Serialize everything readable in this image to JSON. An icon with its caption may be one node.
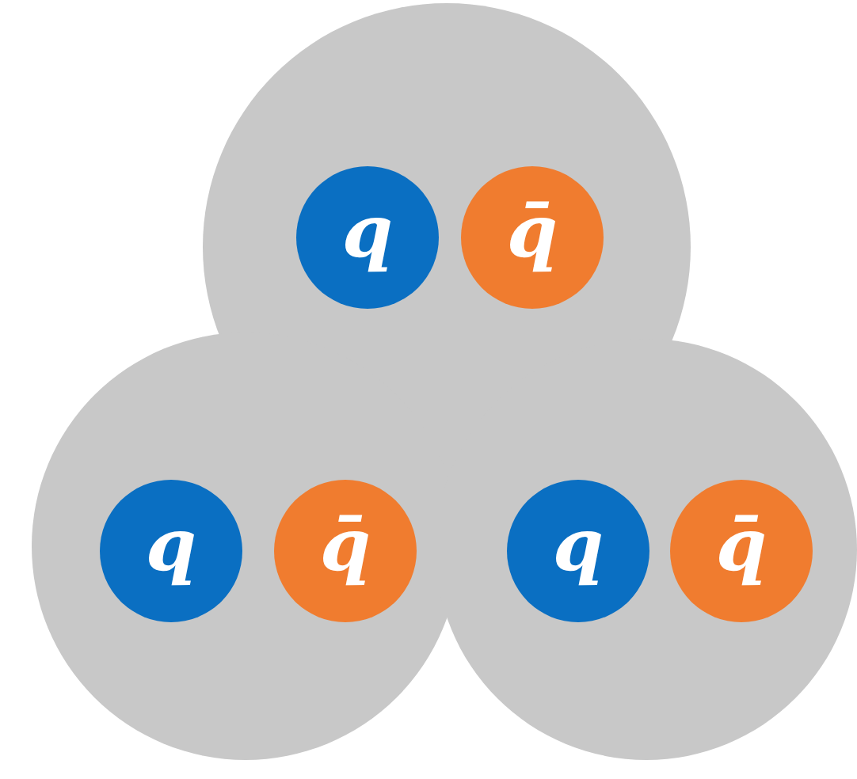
{
  "diagram": {
    "nodes": [
      {
        "text": [],
        "shape": "cloud"
      },
      {
        "text": [
          "q"
        ],
        "in": 0
      },
      {
        "text": [
          "q̄"
        ],
        "in": 0
      },
      {
        "text": [
          "q"
        ],
        "in": 0
      },
      {
        "text": [
          "q̄"
        ],
        "in": 0
      },
      {
        "text": [
          "q"
        ],
        "in": 0
      },
      {
        "text": [
          "q̄"
        ],
        "in": 0
      }
    ]
  }
}
